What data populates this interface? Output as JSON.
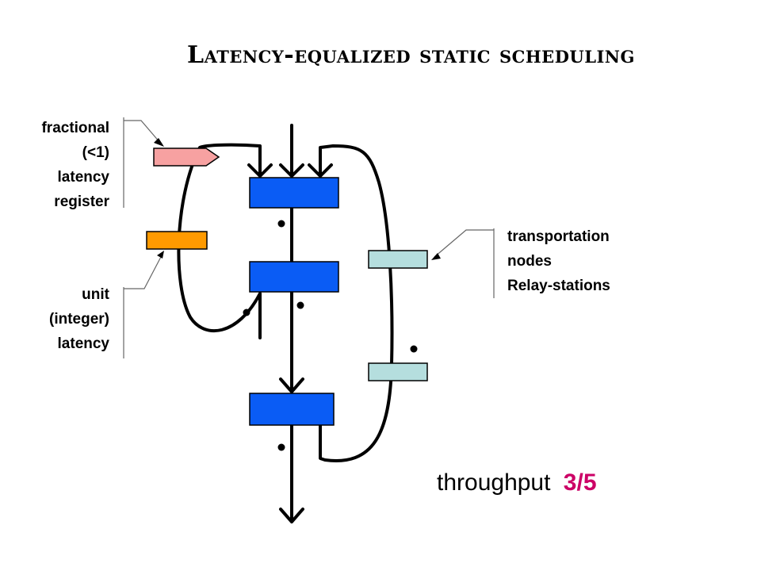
{
  "title": "Latency-equalized static scheduling",
  "labels": {
    "fractional": [
      "fractional",
      "(<1)",
      "latency",
      "register"
    ],
    "unit": [
      "unit",
      "(integer)",
      "latency"
    ],
    "transport": [
      "transportation",
      "nodes",
      "Relay-stations"
    ]
  },
  "throughput": {
    "label": "throughput",
    "value": "3/5"
  },
  "colors": {
    "process_node": "#0a5cf5",
    "fractional_register": "#f7a1a1",
    "unit_latency": "#ff9a00",
    "relay_station": "#b5dede",
    "throughput_value": "#cc0066"
  }
}
